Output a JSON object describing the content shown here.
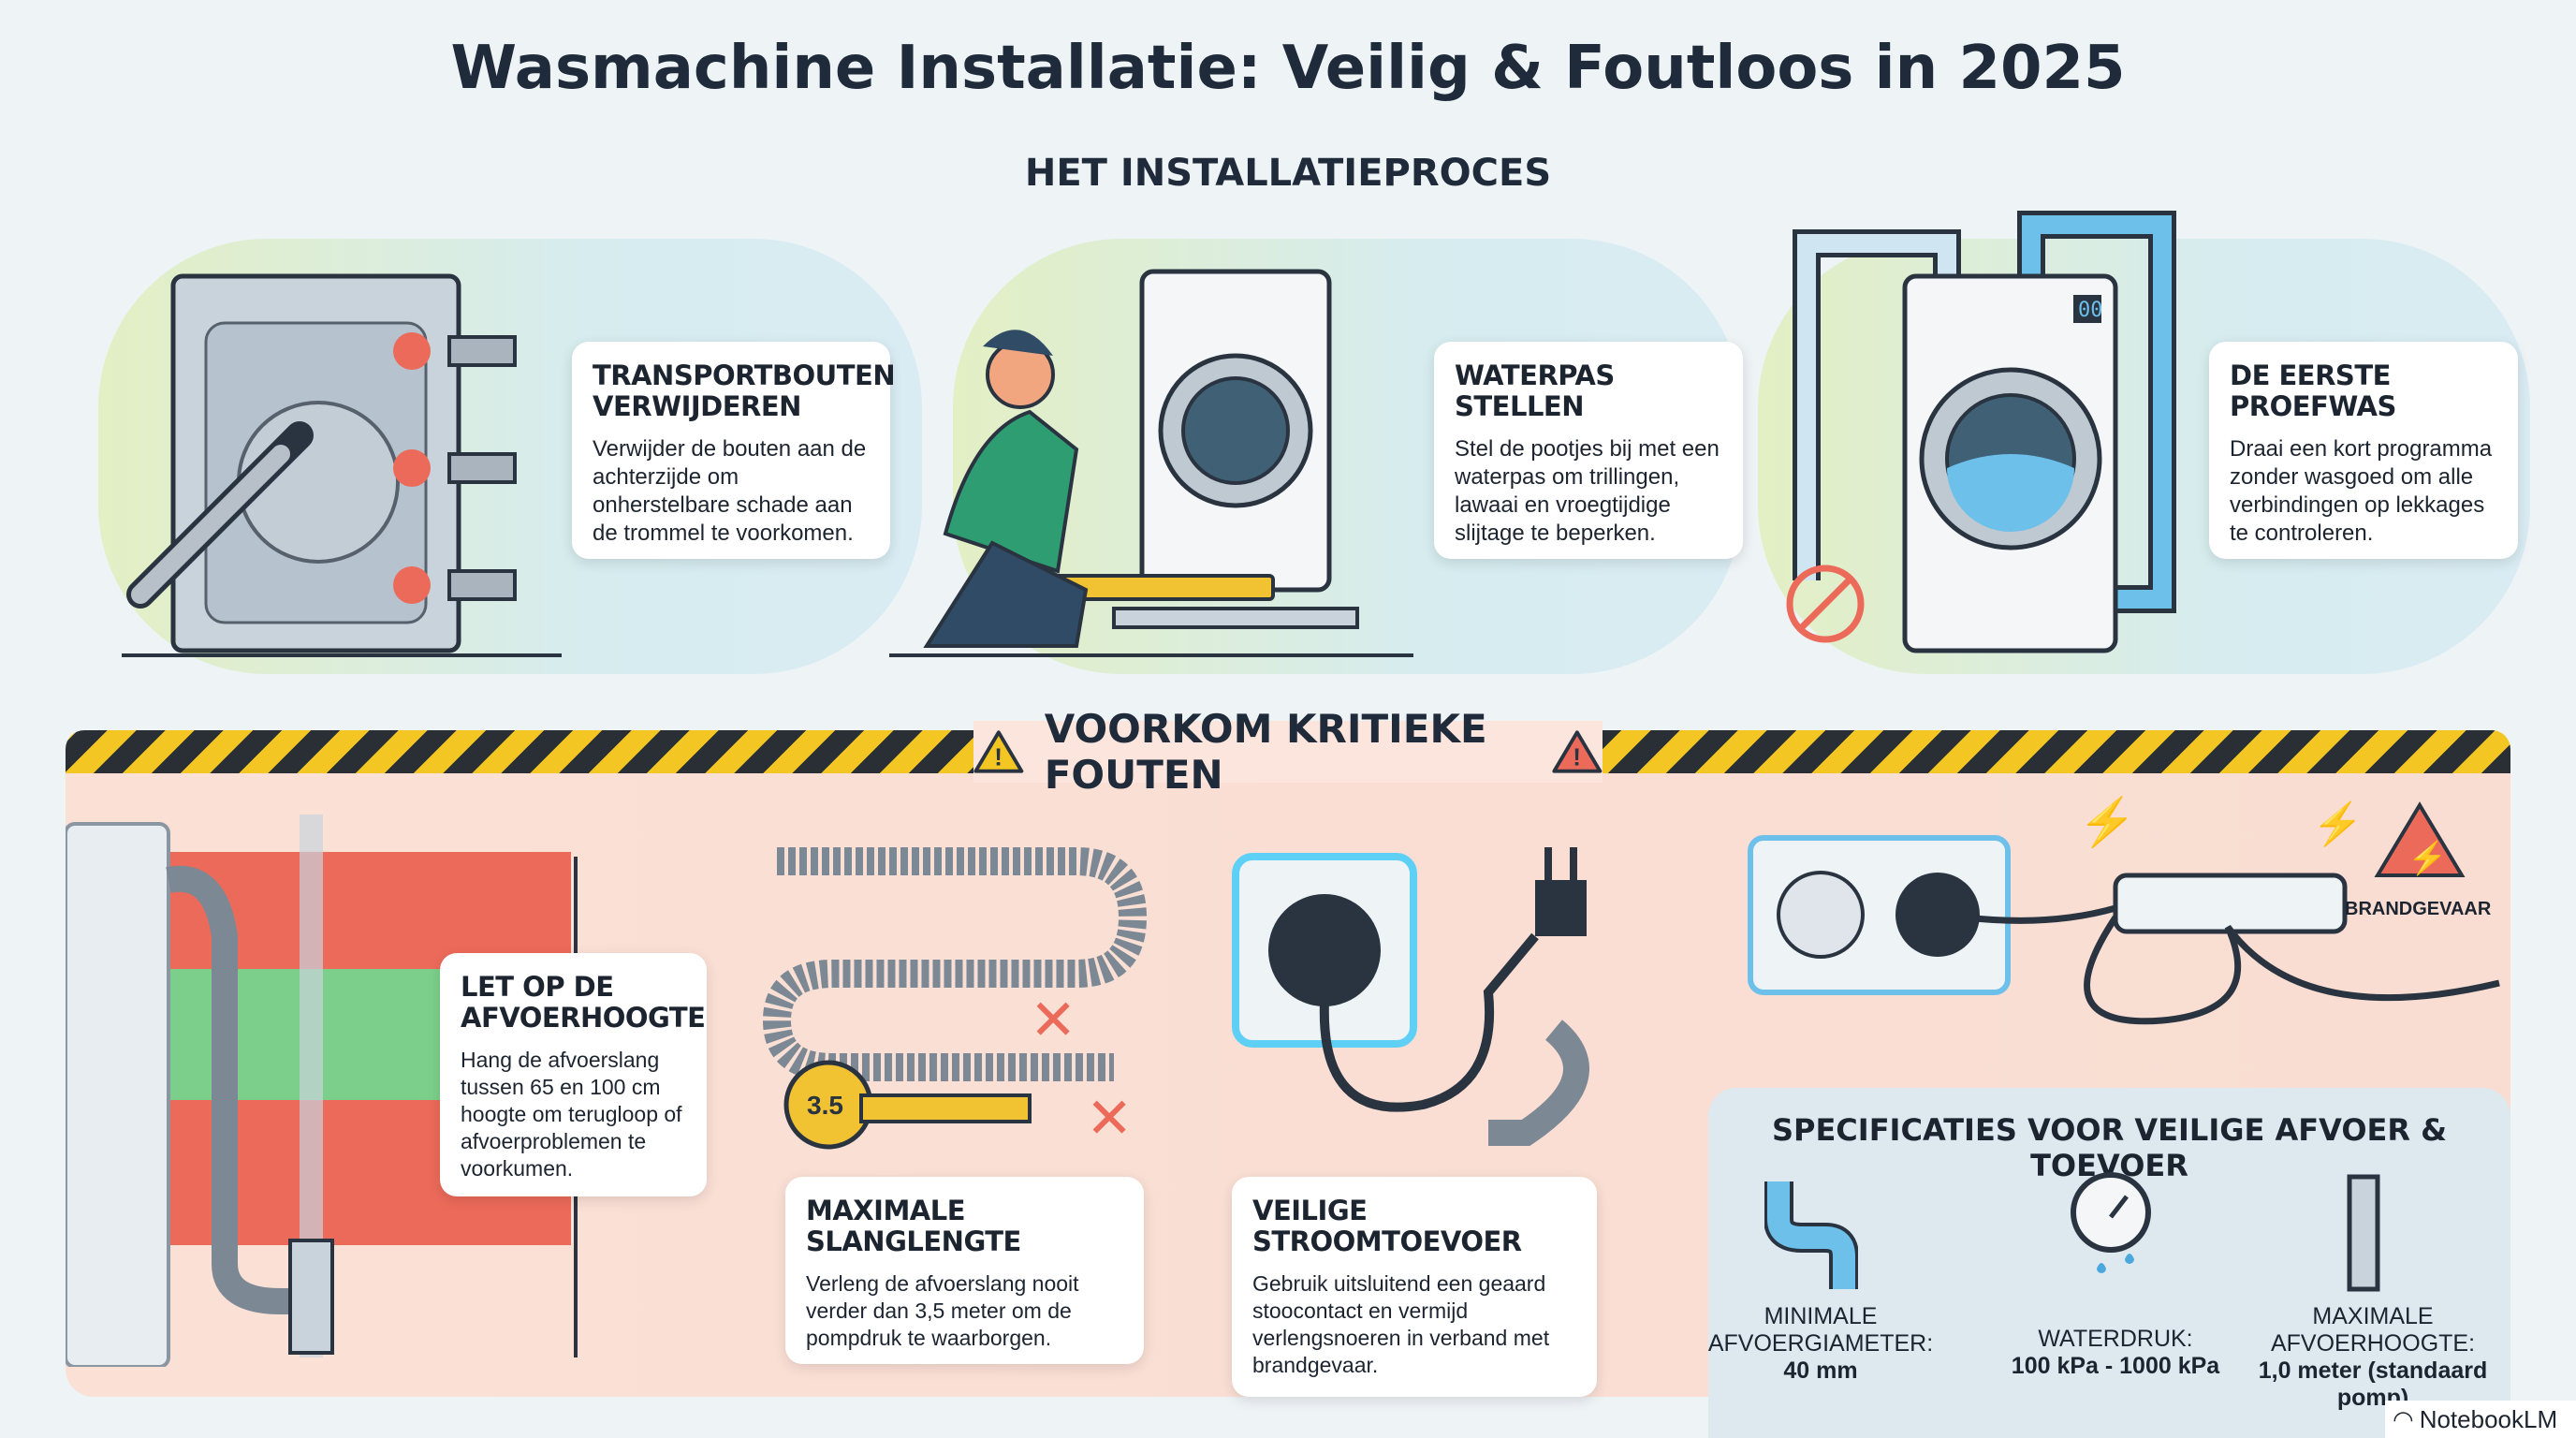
{
  "title": "Wasmachine Installatie: Veilig & Foutloos in 2025",
  "subtitle": "HET INSTALLATIEPROCES",
  "steps": [
    {
      "title": "TRANSPORTBOUTEN VERWIJDEREN",
      "body": "Verwijder de bouten aan de achterzijde om onherstelbare schade aan de trommel te voorkomen."
    },
    {
      "title": "WATERPAS STELLEN",
      "body": "Stel de pootjes bij met een waterpas om trillingen, lawaai en vroegtijdige slijtage te beperken."
    },
    {
      "title": "DE EERSTE PROEFWAS",
      "body": "Draai een kort programma zonder wasgoed om alle verbindingen op lekkages te controleren."
    }
  ],
  "display_readout": "00",
  "warning_title": "VOORKOM KRITIEKE FOUTEN",
  "errors": [
    {
      "title": "LET OP DE AFVOERHOOGTE",
      "body": "Hang de afvoerslang tussen 65 en 100 cm hoogte om terugloop of afvoerproblemen te voorkumen."
    },
    {
      "title": "MAXIMALE SLANGLENGTE",
      "body": "Verleng de afvoerslang nooit verder dan 3,5 meter om de pompdruk te waarborgen."
    },
    {
      "title": "VEILIGE STROOMTOEVOER",
      "body": "Gebruik uitsluitend een geaard stoocontact en vermijd verlengsnoeren in verband met brandgevaar."
    }
  ],
  "tape_label": "3.5",
  "fire_label": "BRANDGEVAAR",
  "specs": {
    "title": "SPECIFICATIES VOOR VEILIGE AFVOER & TOEVOER",
    "items": [
      {
        "label": "MINIMALE AFVOERGIAMETER:",
        "value": "40 mm"
      },
      {
        "label": "WATERDRUK:",
        "value": "100 kPa - 1000 kPa"
      },
      {
        "label": "MAXIMALE AFVOERHOOGTE:",
        "value": "1,0 meter (standaard pomp)"
      }
    ]
  },
  "watermark": "NotebookLM",
  "colors": {
    "hazard_yellow": "#f3c623",
    "danger_red": "#ec6a5a",
    "safe_green": "#7ccf8a",
    "water_blue": "#4aa8dd"
  }
}
